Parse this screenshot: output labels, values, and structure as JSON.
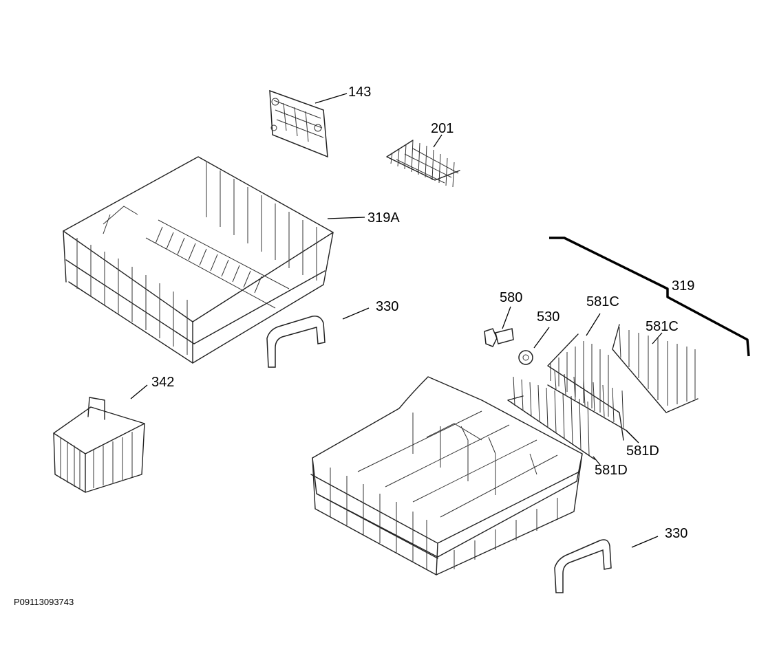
{
  "document_id": "P09113093743",
  "parts": [
    {
      "key": "p143",
      "label": "143"
    },
    {
      "key": "p201",
      "label": "201"
    },
    {
      "key": "p319A",
      "label": "319A"
    },
    {
      "key": "p319",
      "label": "319"
    },
    {
      "key": "p330a",
      "label": "330"
    },
    {
      "key": "p330b",
      "label": "330"
    },
    {
      "key": "p342",
      "label": "342"
    },
    {
      "key": "p580",
      "label": "580"
    },
    {
      "key": "p530",
      "label": "530"
    },
    {
      "key": "p581Ca",
      "label": "581C"
    },
    {
      "key": "p581Cb",
      "label": "581C"
    },
    {
      "key": "p581Da",
      "label": "581D"
    },
    {
      "key": "p581Db",
      "label": "581D"
    }
  ]
}
